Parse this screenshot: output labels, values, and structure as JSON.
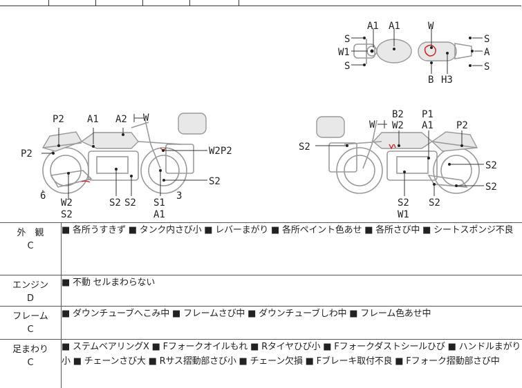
{
  "diagram": {
    "top_view_labels": [
      "A1",
      "A1",
      "W",
      "S",
      "W1",
      "S",
      "S",
      "A",
      "S",
      "B",
      "H3"
    ],
    "left_view_labels": [
      "P2",
      "A1",
      "A2",
      "W",
      "P2",
      "W2P2",
      "S2",
      "6",
      "W2",
      "S2",
      "S2",
      "S2",
      "S1",
      "A1",
      "3"
    ],
    "right_view_labels": [
      "B2",
      "W2",
      "P1",
      "A1",
      "W",
      "P2",
      "S2",
      "S2",
      "S2",
      "S2",
      "W1",
      "S2"
    ]
  },
  "report": {
    "rows": [
      {
        "category": "外　観",
        "grade": "C",
        "text": "■ 各所うすきず ■ タンク内さび小 ■ レバーまがり ■ 各所ペイント色あせ ■ 各所さび中 ■ シートスポンジ不良"
      },
      {
        "category": "エンジン",
        "grade": "D",
        "text": "■ 不動 セルまわらない"
      },
      {
        "category": "フレーム",
        "grade": "C",
        "text": "■ ダウンチューブへこみ中 ■ フレームさび中 ■ ダウンチューブしわ中 ■ フレーム色あせ中"
      },
      {
        "category": "足まわり",
        "grade": "C",
        "text": "■ ステムベアリングX ■ Fフォークオイルもれ ■ Rタイヤひび小 ■ Fフォークダストシールひび ■ ハンドルまがり小 ■ チェーンさび大 ■ Rサス摺動部さび小 ■ チェーン欠損 ■ Fブレーキ取付不良 ■ Fフォーク摺動部さび中"
      }
    ]
  }
}
